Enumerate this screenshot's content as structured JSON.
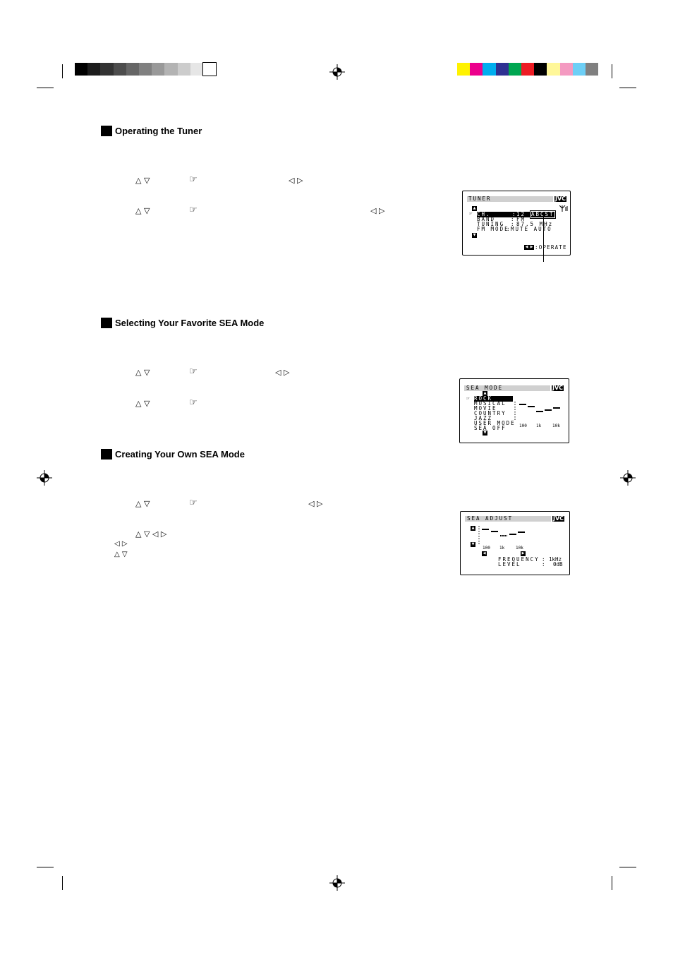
{
  "color_bars": {
    "grayscale": [
      "#000000",
      "#1c1c1c",
      "#333333",
      "#4d4d4d",
      "#666666",
      "#808080",
      "#999999",
      "#b3b3b3",
      "#cccccc",
      "#e6e6e6",
      "#ffffff"
    ],
    "colors": [
      "#fff200",
      "#ec008c",
      "#00aeef",
      "#2e3192",
      "#00a651",
      "#ed1c24",
      "#000000",
      "#fff799",
      "#f49ac1",
      "#6dcff6",
      "#808080"
    ]
  },
  "sections": {
    "tuner": {
      "title": "Operating the Tuner"
    },
    "sea_favorite": {
      "title": "Selecting Your Favorite SEA Mode"
    },
    "sea_own": {
      "title": "Creating Your Own SEA Mode"
    }
  },
  "symbols": {
    "up_down": "△ ▽",
    "left_right": "◁ ▷",
    "hand": "☞",
    "up_down_left_right": "△ ▽ ◁ ▷"
  },
  "tuner_screen": {
    "header": "TUNER",
    "logo": "JVC",
    "rows": [
      {
        "label": "CH.",
        "sep": ":",
        "value": "12",
        "extra": "ABCST"
      },
      {
        "label": "BAND",
        "sep": ":",
        "value": "FM"
      },
      {
        "label": "TUNING",
        "sep": ":",
        "value": "87.5 MHz"
      },
      {
        "label": "FM MODE",
        "sep": ":",
        "value": "MUTE AUTO"
      }
    ],
    "footer": ":OPERATE"
  },
  "sea_mode_screen": {
    "header": "SEA MODE",
    "logo": "JVC",
    "items": [
      "ROCK",
      "MUSICAL",
      "MOVIE",
      "COUNTRY",
      "JAZZ",
      "USER MODE",
      "SEA OFF"
    ],
    "selected": "ROCK",
    "freq_labels": [
      "100",
      "1k",
      "10k"
    ]
  },
  "sea_adjust_screen": {
    "header": "SEA ADJUST",
    "logo": "JVC",
    "freq_labels": [
      "100",
      "1k",
      "10k"
    ],
    "frequency_label": "FREQUENCY",
    "frequency_value": "1kHz",
    "level_label": "LEVEL",
    "level_value": "0dB"
  }
}
